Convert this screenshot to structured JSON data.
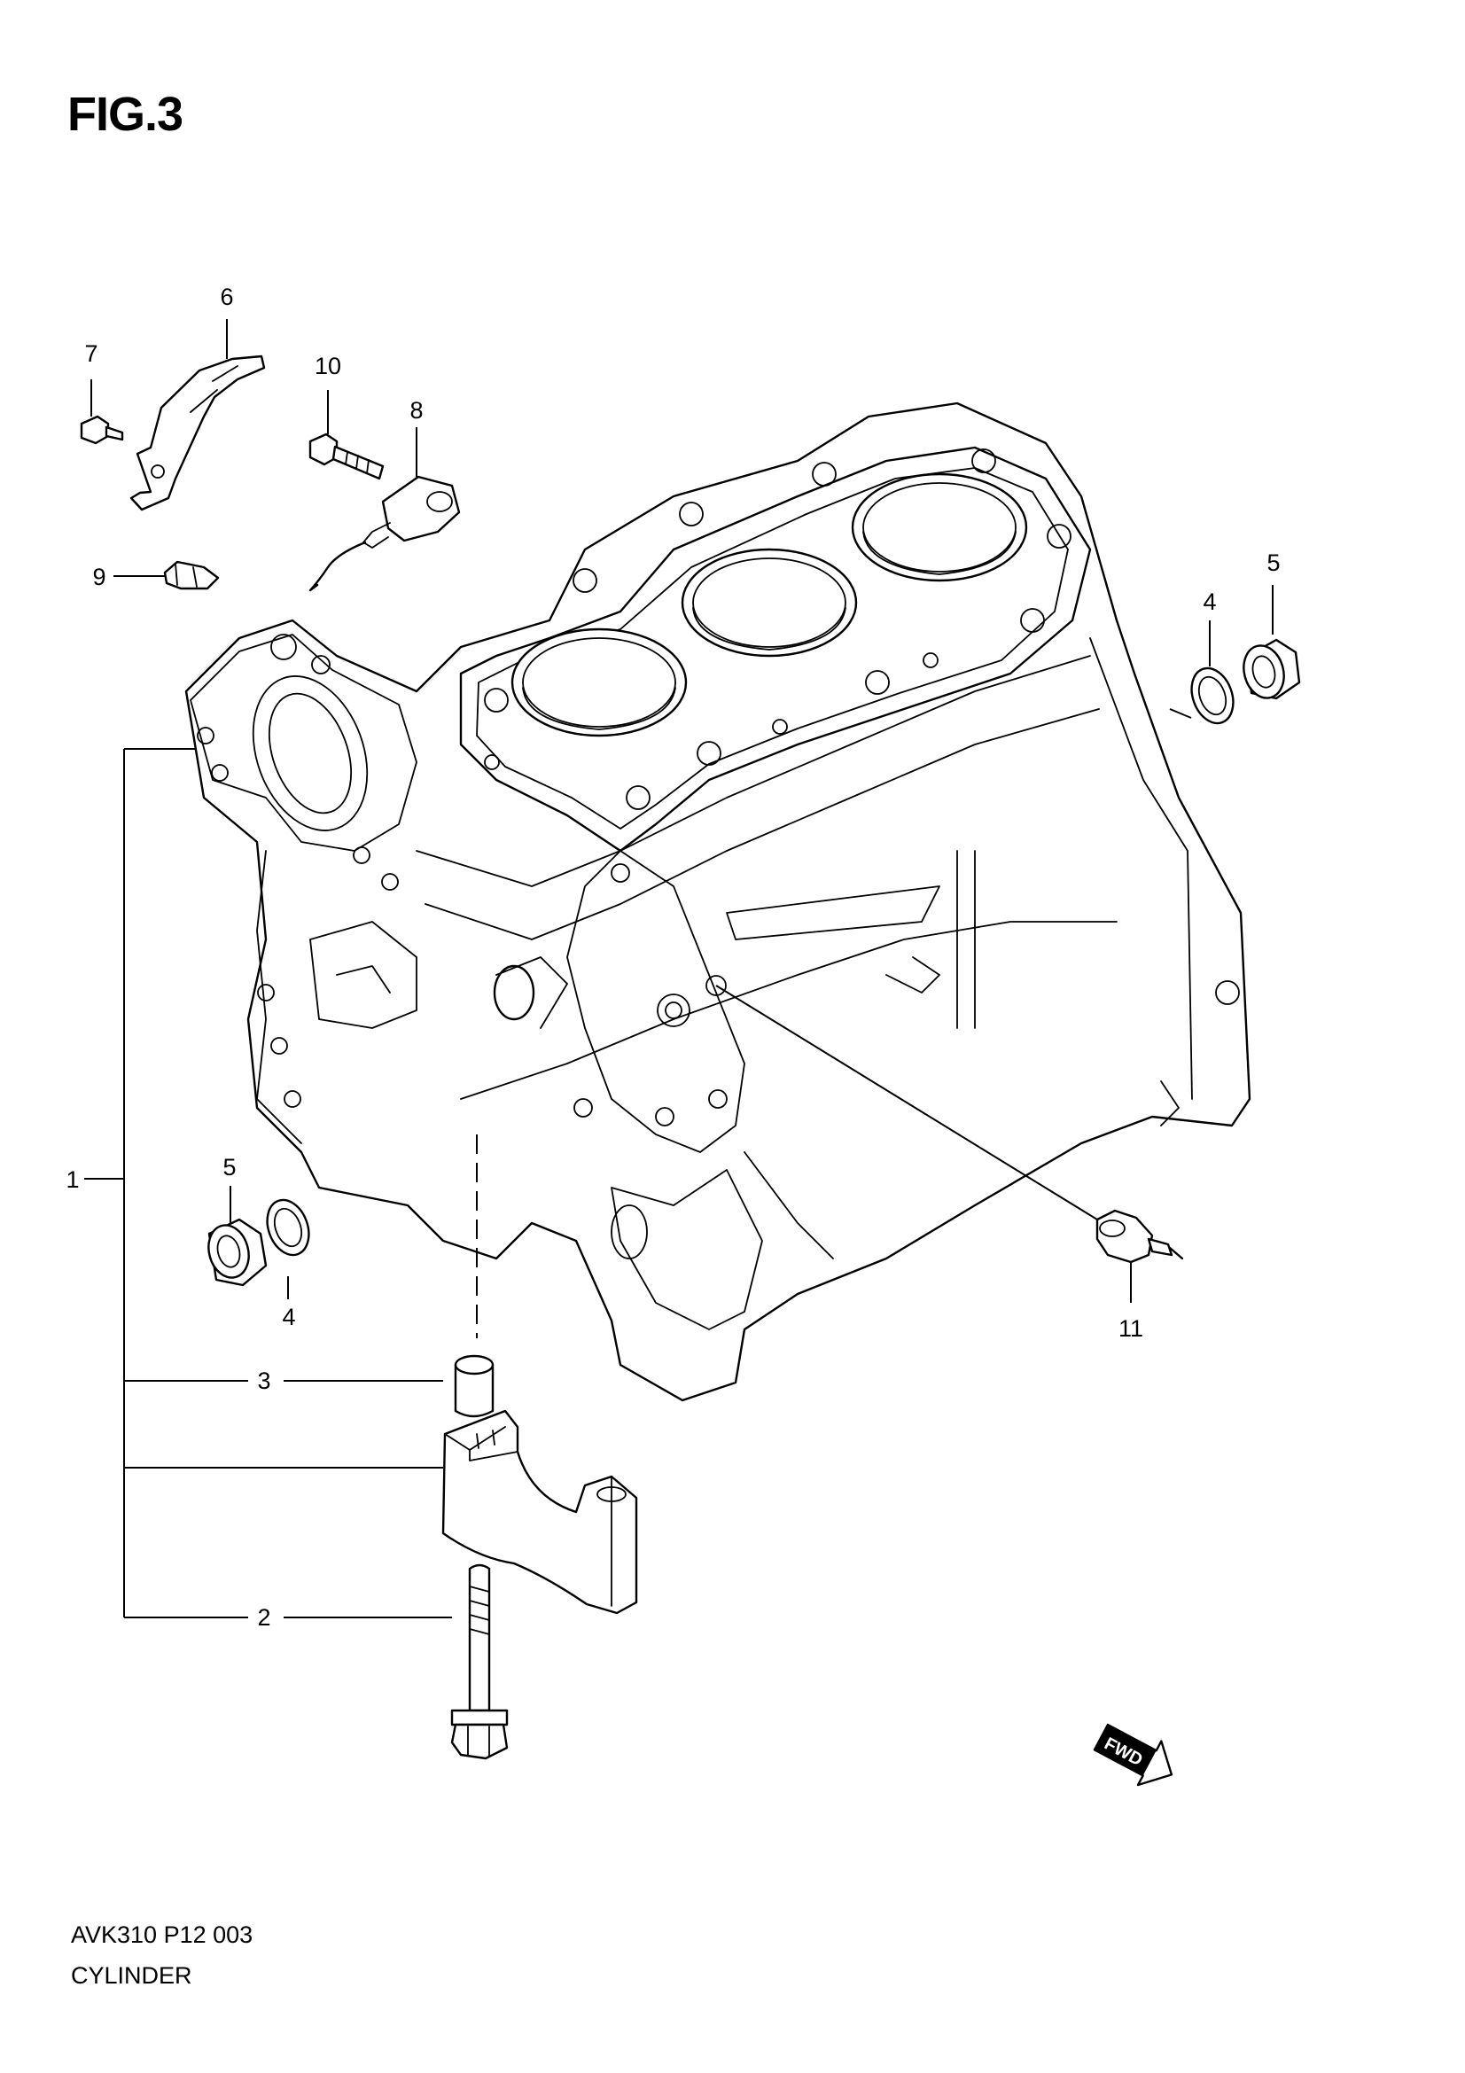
{
  "header": {
    "figure_label": "FIG.3"
  },
  "footer": {
    "drawing_code": "AVK310 P12 003",
    "part_group": "CYLINDER"
  },
  "fwd_badge": {
    "label": "FWD"
  },
  "callouts": {
    "c1": "1",
    "c2": "2",
    "c3": "3",
    "c4a": "4",
    "c4b": "4",
    "c5a": "5",
    "c5b": "5",
    "c6": "6",
    "c7": "7",
    "c8": "8",
    "c9": "9",
    "c10": "10",
    "c11": "11"
  }
}
